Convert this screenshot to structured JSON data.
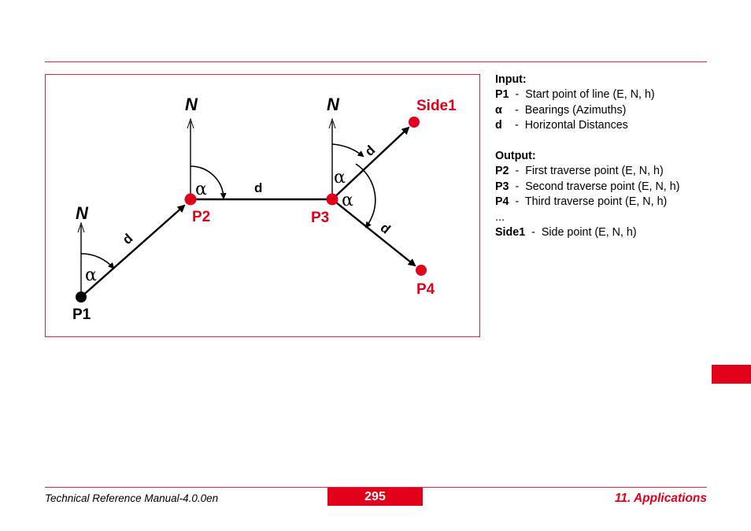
{
  "figure": {
    "north": "N",
    "angle": "α",
    "distance": "d",
    "points": {
      "p1": "P1",
      "p2": "P2",
      "p3": "P3",
      "p4": "P4",
      "side1": "Side1"
    }
  },
  "legend": {
    "input_heading": "Input:",
    "input": [
      {
        "key": "P1",
        "text": "Start point of line (E, N, h)"
      },
      {
        "key": "α",
        "text": "Bearings (Azimuths)"
      },
      {
        "key": "d",
        "text": "Horizontal Distances"
      }
    ],
    "output_heading": "Output:",
    "output": [
      {
        "key": "P2",
        "text": "First traverse point (E, N, h)"
      },
      {
        "key": "P3",
        "text": "Second traverse point (E, N, h)"
      },
      {
        "key": "P4",
        "text": "Third traverse point (E, N, h)"
      }
    ],
    "ellipsis": "...",
    "side": {
      "key": "Side1",
      "text": "Side point (E, N, h)"
    }
  },
  "footer": {
    "manual": "Technical Reference Manual-4.0.0en",
    "page": "295",
    "section": "11. Applications"
  },
  "colors": {
    "accent": "#e2001a",
    "rule": "#e0283c"
  }
}
